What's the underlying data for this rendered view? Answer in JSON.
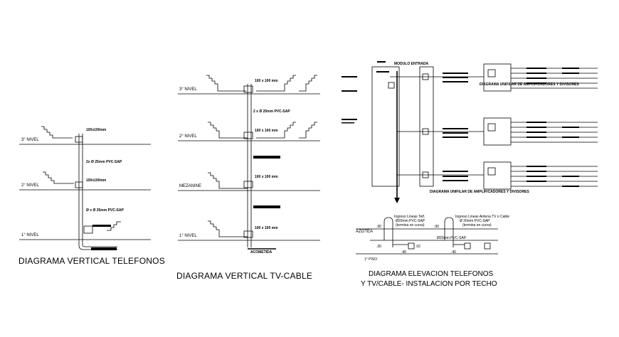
{
  "diagram_telefonos": {
    "title": "DIAGRAMA VERTICAL TELEFONOS",
    "levels": [
      "3° NIVEL",
      "2° NIVEL",
      "1° NIVEL"
    ],
    "box_labels": [
      "100x100mm",
      "100x100mm"
    ],
    "pipe_labels": [
      "2x Ø 25mm PVC-SAP",
      "Ø x Ø 25mm PVC-SAP"
    ]
  },
  "diagram_tvcable": {
    "title": "DIAGRAMA VERTICAL TV-CABLE",
    "levels": [
      "3° NIVEL",
      "2° NIVEL",
      "MEZANINE",
      "1° NIVEL"
    ],
    "box_labels": [
      "100 x 100 mm",
      "100 x 100 mm",
      "100 x 100 mm",
      "100 x 100 mm"
    ],
    "pipe_labels": [
      "2 x Ø 25mm PVC-SAP"
    ],
    "acometida": "ACOMETIDA"
  },
  "diagram_elevacion": {
    "title_line1": "DIAGRAMA ELEVACION TELEFONOS",
    "title_line2": "Y TV/CABLE- INSTALACION POR TECHO",
    "label_azotea": "AZOTEA",
    "label_piso": "1° PISO",
    "ingreso_tel": [
      "Ingreso Lineas Telf.",
      "Ø20mm PVC-SAP",
      "(termina en curva)"
    ],
    "ingreso_tv": [
      "Ingreso Lineas Antena TV o Cable",
      "Ø 20mm PVC-SAP",
      "(termina en curva)"
    ],
    "pipe_note": "Ø20mm PVC-SAP",
    "dims": [
      ".90",
      ".40",
      ".40",
      ".90",
      ".02",
      ".30"
    ]
  },
  "diagram_unifilar": {
    "top_label": "MODULO ENTRADA",
    "bottom_label": "DIAGRAMA UNIFILAR DE AMPLIFICADORES Y DIVISORES",
    "panel_label": "DIAGRAMA UNIFILAR DE AMPLIFICADORES Y DIVISORES"
  }
}
